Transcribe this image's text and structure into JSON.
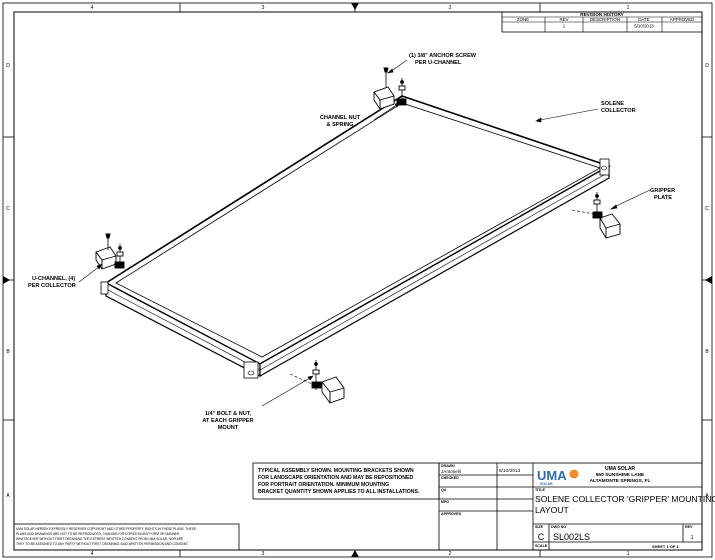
{
  "border": {
    "top_zones": [
      "4",
      "3",
      "2",
      "1"
    ],
    "side_zones": [
      "D",
      "C",
      "B",
      "A"
    ]
  },
  "revision": {
    "title": "REVISION HISTORY",
    "headers": [
      "ZONE",
      "REV",
      "DESCRIPTION",
      "DATE",
      "APPROVED"
    ],
    "row": [
      "",
      "1",
      "",
      "5/10/2013",
      ""
    ]
  },
  "callouts": {
    "anchor_screw": [
      "(1) 3/8\" ANCHOR SCREW",
      "PER U-CHANNEL"
    ],
    "channel_nut": [
      "CHANNEL NUT",
      "& SPRING"
    ],
    "collector": [
      "SOLENE",
      "COLLECTOR"
    ],
    "gripper": [
      "GRIPPER",
      "PLATE"
    ],
    "u_channel": [
      "U-CHANNEL, (4)",
      "PER COLLECTOR"
    ],
    "bolt_nut": [
      "1/4\" BOLT & NUT,",
      "AT EACH GRIPPER",
      "MOUNT"
    ]
  },
  "note": [
    "TYPICAL ASSEMBLY SHOWN. MOUNTING BRACKETS SHOWN",
    "FOR LANDSCAPE ORIENTATION AND MAY BE REPOSITIONED",
    "FOR PORTRAIT ORIENTATION. MINIMUM MOUNTING",
    "BRACKET QUANTITY SHOWN APPLIES TO ALL INSTALLATIONS."
  ],
  "disclaimer": [
    "UMA SOLAR HEREBY EXPRESSLY RESERVES COPYRIGHT AND OTHER PROPERTY RIGHTS IN THESE PLANS. THESE",
    "PLANS AND DRAWINGS ARE NOT TO BE REPRODUCED, CHANGED OR COPIED IN ANY FORM OR MANNER",
    "WHATSOEVER WITHOUT FIRST OBTAINING THE EXPRESS WRITTEN CONSENT FROM UMA SOLAR, NOR ARE",
    "THEY TO BE ASSIGNED TO ANY PARTY WITHOUT FIRST OBTAINING SAID WRITTEN PERMISSION AND CONSENT."
  ],
  "titleblock": {
    "drawn_label": "DRAWN",
    "drawn_name": "JAntonelli",
    "drawn_date": "5/10/2013",
    "checked_label": "CHECKED",
    "qa_label": "QA",
    "mfg_label": "MFG",
    "approved_label": "APPROVED",
    "logo_main": "UMA",
    "logo_sub": "SOLAR",
    "company_name": "UMA SOLAR",
    "company_addr1": "950 SUNSHINE LANE",
    "company_addr2": "ALTAMONTE SPRINGS, FL",
    "title_label": "TITLE",
    "title_line1": "SOLENE COLLECTOR 'GRIPPER' MOUNTING",
    "title_line2": "LAYOUT",
    "size_label": "SIZE",
    "size": "C",
    "dwg_label": "DWG NO",
    "dwg_no": "SL002LS",
    "rev_label": "REV",
    "rev": "1",
    "scale_label": "SCALE",
    "sheet": "SHEET 1  OF 1"
  }
}
